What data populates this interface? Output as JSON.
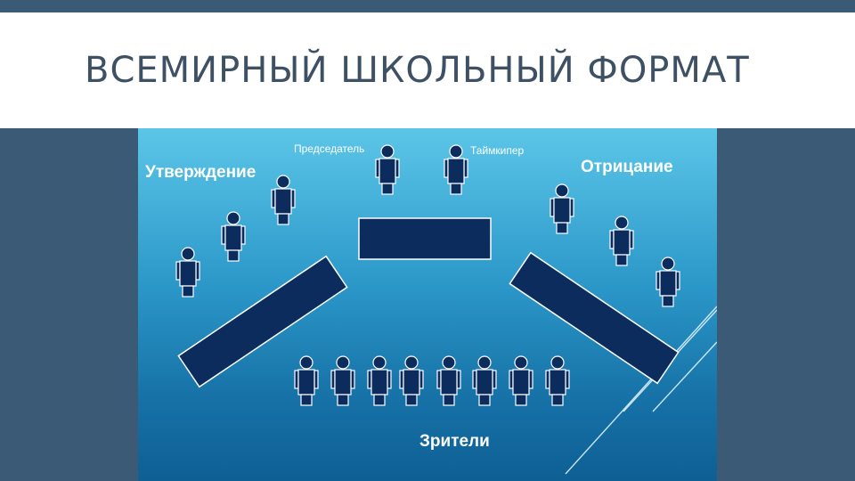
{
  "title": "ВСЕМИРНЫЙ ШКОЛЬНЫЙ ФОРМАТ",
  "labels": {
    "chairman": "Председатель",
    "timekeeper": "Таймкипер",
    "affirmative": "Утверждение",
    "negative": "Отрицание",
    "audience": "Зрители"
  },
  "colors": {
    "background": "#3a5a75",
    "title_band": "#ffffff",
    "title_text": "#3e5064",
    "figure_fill": "#0d2c5e",
    "outline": "#ffffff"
  }
}
